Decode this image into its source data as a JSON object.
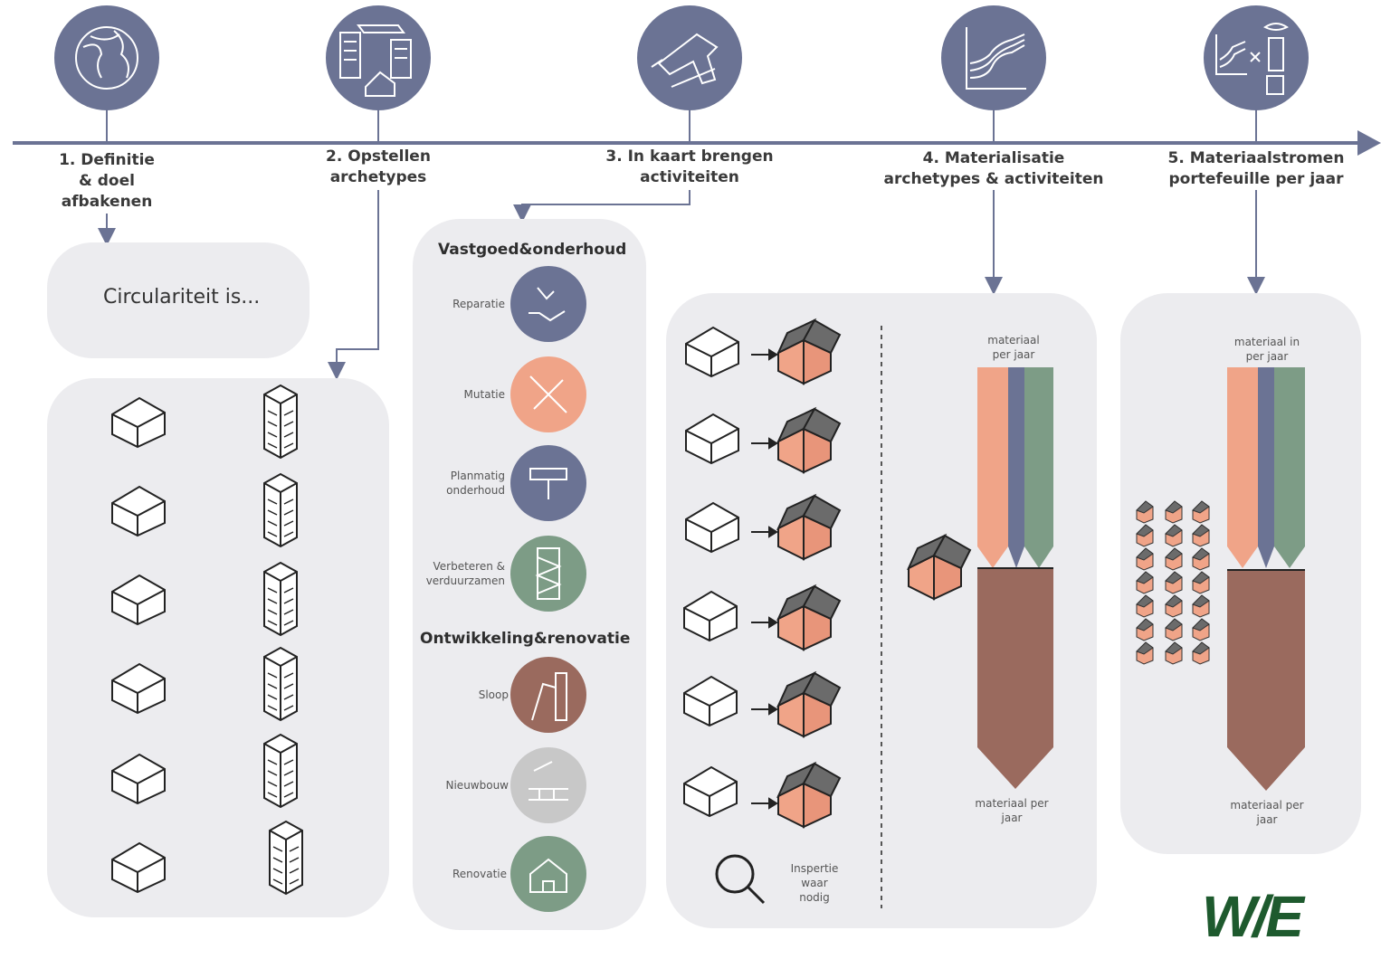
{
  "steps": [
    {
      "label": "1. Definitie\n& doel\nafbakenen",
      "icon": "globe-icon"
    },
    {
      "label": "2. Opstellen\narchetypes",
      "icon": "buildings-icon"
    },
    {
      "label": "3. In kaart brengen\nactiviteiten",
      "icon": "drill-icon"
    },
    {
      "label": "4. Materialisatie\narchetypes & activiteiten",
      "icon": "line-chart-icon"
    },
    {
      "label": "5. Materiaalstromen\nportefeuille per jaar",
      "icon": "chart-times-building-icon"
    }
  ],
  "circularity": {
    "text": "Circulariteit is..."
  },
  "activities": {
    "section1_title": "Vastgoed&onderhoud",
    "section2_title": "Ontwikkeling&renovatie",
    "items": [
      {
        "label": "Reparatie",
        "color": "#6b7394",
        "icon": "hand-repair-icon"
      },
      {
        "label": "Mutatie",
        "color": "#f0a488",
        "icon": "tools-icon"
      },
      {
        "label": "Planmatig\nonderhoud",
        "color": "#6b7394",
        "icon": "paint-roller-icon"
      },
      {
        "label": "Verbeteren &\nverduurzamen",
        "color": "#7d9c86",
        "icon": "insulation-icon"
      },
      {
        "label": "Sloop",
        "color": "#9a6a5e",
        "icon": "demolition-icon"
      },
      {
        "label": "Nieuwbouw",
        "color": "#c8c8c8",
        "icon": "brick-trowel-icon"
      },
      {
        "label": "Renovatie",
        "color": "#7d9c86",
        "icon": "house-renovation-icon"
      }
    ]
  },
  "materialisation": {
    "inspection_label": "Inspertie\nwaar\nnodig",
    "top_label": "materiaal\nper jaar",
    "bottom_label": "materiaal per\njaar"
  },
  "flows": {
    "top_label": "materiaal in\nper jaar",
    "bottom_label": "materiaal per\njaar"
  },
  "colors": {
    "timeline": "#6b7394",
    "panel": "#ececef",
    "salmon": "#f0a488",
    "blue": "#6b7394",
    "green": "#7d9c86",
    "brown": "#9a6a5e",
    "roof": "#6b6b6b"
  },
  "logo": {
    "text": "W/E"
  }
}
